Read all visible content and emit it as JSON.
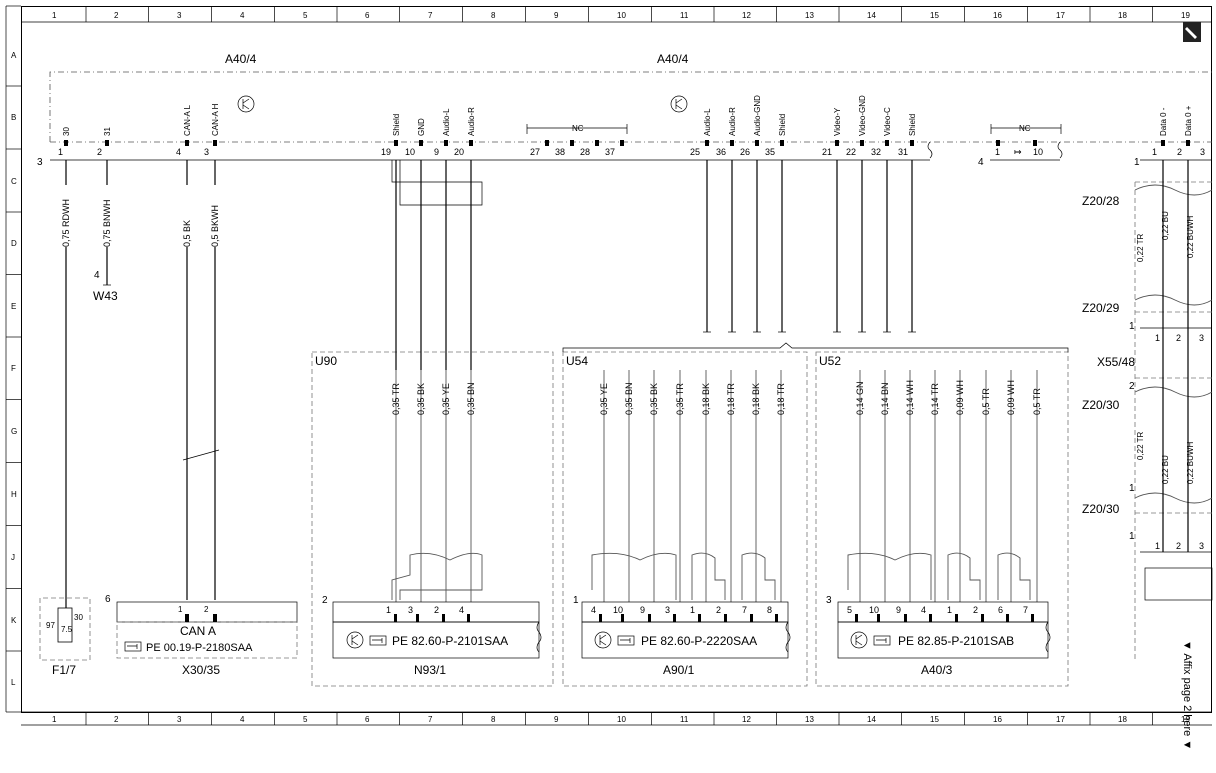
{
  "grid": {
    "columns": [
      "1",
      "2",
      "3",
      "4",
      "5",
      "6",
      "7",
      "8",
      "9",
      "10",
      "11",
      "12",
      "13",
      "14",
      "15",
      "16",
      "17",
      "18",
      "19"
    ],
    "rows": [
      "A",
      "B",
      "C",
      "D",
      "E",
      "F",
      "G",
      "H",
      "J",
      "K",
      "L"
    ]
  },
  "components": {
    "a404_left": "A40/4",
    "a404_mid": "A40/4",
    "w43": "W43",
    "z20_28": "Z20/28",
    "z20_29": "Z20/29",
    "x55_48": "X55/48",
    "z20_30a": "Z20/30",
    "z20_30b": "Z20/30",
    "u90": "U90",
    "u54": "U54",
    "u52": "U52",
    "f1_7": "F1/7",
    "x30_35": "X30/35",
    "n93_1": "N93/1",
    "a90_1": "A90/1",
    "a40_3": "A40/3",
    "can_a": "CAN A"
  },
  "connector_top": {
    "signals": [
      "30",
      "31",
      "CAN-A L",
      "CAN-A H",
      "Shield",
      "GND",
      "Audio-L",
      "Audio-R",
      "NC",
      "Audio-L",
      "Audio-R",
      "Audio-GND",
      "Shield",
      "Video-Y",
      "Video-GND",
      "Video-C",
      "Shield",
      "NC",
      "Data 0 -",
      "Data 0 +"
    ],
    "pins": [
      "1",
      "2",
      "4",
      "3",
      "19",
      "10",
      "9",
      "20",
      "27",
      "38",
      "28",
      "37",
      "25",
      "36",
      "26",
      "35",
      "21",
      "22",
      "32",
      "31",
      "1",
      "10",
      "1",
      "2",
      "3"
    ],
    "conn3": "3",
    "conn4": "4",
    "conn1": "1"
  },
  "wires_top": [
    "0,75 RDWH",
    "0,75 BNWH",
    "0,5 BK",
    "0,5 BKWH"
  ],
  "w43_pin": "4",
  "u90_wires": [
    "0,35 TR",
    "0,35 BK",
    "0,35 YE",
    "0,35 BN"
  ],
  "u54_wires": [
    "0,35 YE",
    "0,35 BN",
    "0,35 BK",
    "0,35 TR",
    "0,18 BK",
    "0,18 TR",
    "0,18 BK",
    "0,18 TR"
  ],
  "u52_wires": [
    "0,14 GN",
    "0,14 BN",
    "0,14 WH",
    "0,14 TR",
    "0,09 WH",
    "0,5 TR",
    "0,09 WH",
    "0,5 TR"
  ],
  "right_wires": [
    "0,22 TR",
    "0,22 BU",
    "0,22 BUWH",
    "0,22 TR",
    "0,22 BU",
    "0,22 BUWH"
  ],
  "right_pins": [
    "1",
    "2",
    "3",
    "1",
    "2",
    "3"
  ],
  "right_conn_nums": [
    "1",
    "1",
    "2",
    "1",
    "1"
  ],
  "bottom": {
    "f1_pins": [
      "97",
      "7.5",
      "30"
    ],
    "x30_conn": "6",
    "x30_pins": [
      "1",
      "2"
    ],
    "x30_ref": "PE 00.19-P-2180SAA",
    "n93_conn": "2",
    "n93_pins": [
      "1",
      "3",
      "2",
      "4"
    ],
    "n93_ref": "PE 82.60-P-2101SAA",
    "a90_conn": "1",
    "a90_pins": [
      "4",
      "10",
      "9",
      "3",
      "1",
      "2",
      "7",
      "8"
    ],
    "a90_ref": "PE 82.60-P-2220SAA",
    "a40_conn": "3",
    "a40_pins": [
      "5",
      "10",
      "9",
      "4",
      "1",
      "2",
      "6",
      "7"
    ],
    "a40_ref": "PE 82.85-P-2101SAB"
  },
  "nc_pins": [
    "27",
    "38",
    "28",
    "37"
  ],
  "affix": "▼ Affix page 2 here ▼",
  "nc_label": "NC"
}
